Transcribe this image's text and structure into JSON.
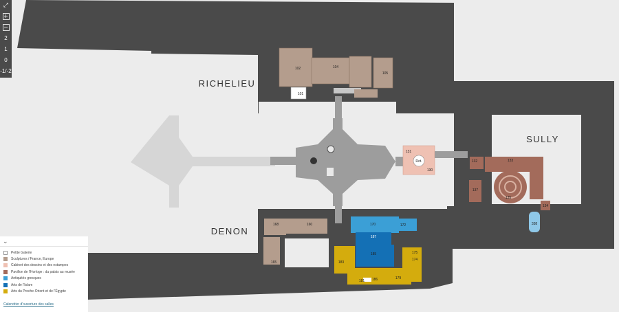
{
  "wings": {
    "richelieu": "RICHELIEU",
    "sully": "SULLY",
    "denon": "DENON"
  },
  "toolbar": {
    "fullscreen_icon": "⤢",
    "zoom_in_icon": "+",
    "zoom_out_icon": "−",
    "levels": [
      "2",
      "1",
      "0",
      "-1/-2"
    ]
  },
  "colors": {
    "building": "#4a4a4a",
    "courtyard": "#d4d4d4",
    "background": "#ececec",
    "sculptures": "#b49d8d",
    "drawings": "#efc1b3",
    "pavillon": "#a36b5b",
    "greek": "#3b9fd6",
    "islam": "#1470b5",
    "near_east": "#d4ac0d",
    "white": "#ffffff"
  },
  "rooms": {
    "r102": "102",
    "r104": "104",
    "r105": "105",
    "r101": "101",
    "r131": "131",
    "r130": "130",
    "rot": "Rot.",
    "r132": "132",
    "r133": "133",
    "r137": "137",
    "r135": "135",
    "r134": "134",
    "r338": "338",
    "r168": "168",
    "r160": "160",
    "r170": "170",
    "r172": "172",
    "r187": "187",
    "r165": "165",
    "r183": "183",
    "r185": "185",
    "r175": "175",
    "r174": "174",
    "r181": "181",
    "r179": "179",
    "r186": "186"
  },
  "legend": {
    "toggle_icon": "⌄",
    "items": [
      {
        "label": "Petite Galerie",
        "color": "#ffffff"
      },
      {
        "label": "Sculptures / France, Europe",
        "color": "#b49d8d"
      },
      {
        "label": "Cabinet des dessins et des estampes",
        "color": "#efc1b3"
      },
      {
        "label": "Pavillon de l'Horloge : du palais au musée",
        "color": "#a36b5b"
      },
      {
        "label": "Antiquités grecques",
        "color": "#3b9fd6"
      },
      {
        "label": "Arts de l'Islam",
        "color": "#1470b5"
      },
      {
        "label": "Arts du Proche-Orient et de l'Égypte",
        "color": "#d4ac0d"
      }
    ],
    "calendar_link": "Calendrier d'ouverture des salles"
  }
}
